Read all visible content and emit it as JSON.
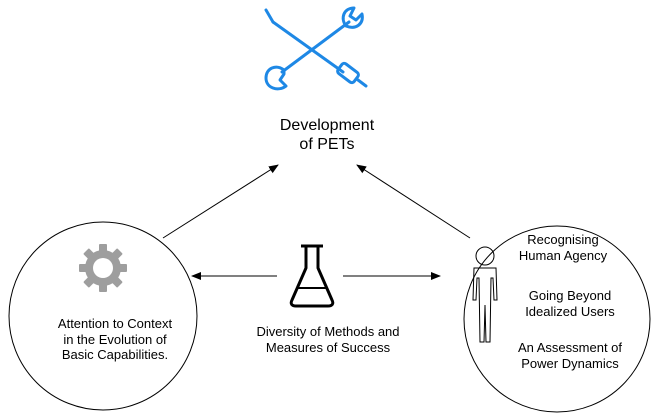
{
  "title": "Development\nof PETs",
  "left_node": {
    "label": "Attention to Context\nin the Evolution of\nBasic Capabilities."
  },
  "center_node": {
    "label": "Diversity of Methods and\nMeasures of Success"
  },
  "right_node": {
    "heading": "Recognising\nHuman Agency",
    "item1": "Going Beyond\nIdealized Users",
    "item2": "An Assessment of\nPower Dynamics"
  },
  "icons": {
    "top": "wrench-screwdriver-icon",
    "left": "gear-icon",
    "center": "flask-icon",
    "right": "person-icon"
  },
  "colors": {
    "tool_icon": "#1E88E5",
    "gear": "#9E9E9E",
    "line": "#000000"
  }
}
